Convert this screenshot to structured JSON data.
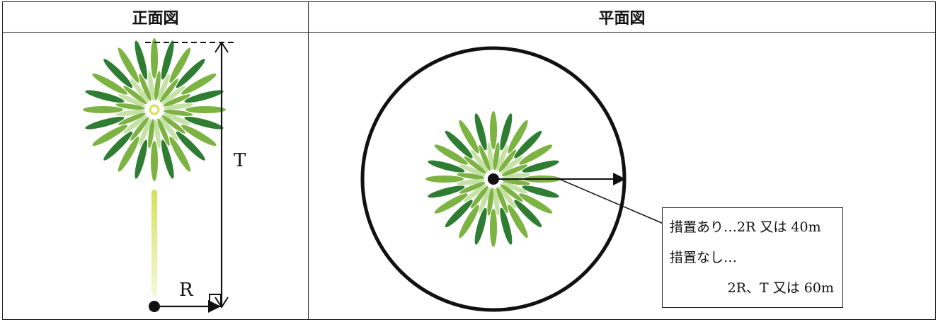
{
  "headers": {
    "front": "正面図",
    "plan": "平面図"
  },
  "front_view": {
    "height_label": "T",
    "radius_label": "R"
  },
  "plan_view": {
    "note_lines": [
      "措置あり…2R 又は 40m",
      "措置なし…",
      "2R、T 又は 60m"
    ]
  },
  "colors": {
    "firework_dark": "#2e7d32",
    "firework_mid": "#7cb342",
    "firework_light": "#c5e1a5",
    "trail": "#d4e157",
    "stroke": "#111111"
  }
}
